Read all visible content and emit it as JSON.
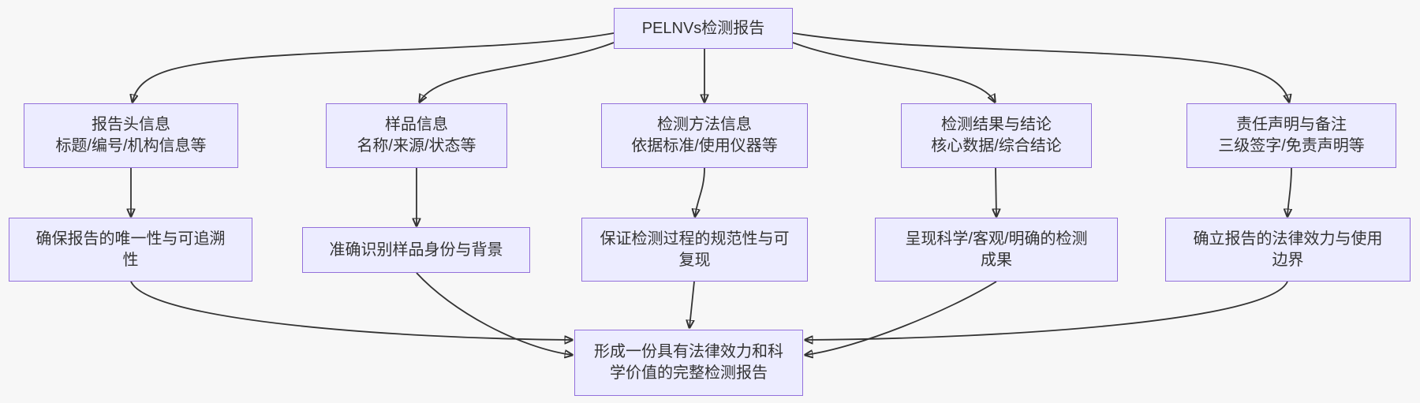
{
  "colors": {
    "background": "#f7f7f7",
    "node_fill": "#ececff",
    "node_border": "#9370db",
    "edge": "#333333",
    "text": "#333333"
  },
  "flowchart": {
    "root": {
      "label": "PELNVs检测报告"
    },
    "branches": [
      {
        "title": {
          "line1": "报告头信息",
          "line2": "标题/编号/机构信息等"
        },
        "purpose": {
          "line1": "确保报告的唯一性与可追溯",
          "line2": "性"
        }
      },
      {
        "title": {
          "line1": "样品信息",
          "line2": "名称/来源/状态等"
        },
        "purpose": {
          "line1": "准确识别样品身份与背景"
        }
      },
      {
        "title": {
          "line1": "检测方法信息",
          "line2": "依据标准/使用仪器等"
        },
        "purpose": {
          "line1": "保证检测过程的规范性与可",
          "line2": "复现"
        }
      },
      {
        "title": {
          "line1": "检测结果与结论",
          "line2": "核心数据/综合结论"
        },
        "purpose": {
          "line1": "呈现科学/客观/明确的检测",
          "line2": "成果"
        }
      },
      {
        "title": {
          "line1": "责任声明与备注",
          "line2": "三级签字/免责声明等"
        },
        "purpose": {
          "line1": "确立报告的法律效力与使用",
          "line2": "边界"
        }
      }
    ],
    "final": {
      "line1": "形成一份具有法律效力和科",
      "line2": "学价值的完整检测报告"
    }
  }
}
